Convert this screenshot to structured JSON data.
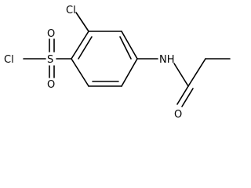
{
  "molecule": {
    "atoms": {
      "cl_ring": "Cl",
      "cl_sulfonyl": "Cl",
      "sulfur": "S",
      "oxygen_top": "O",
      "oxygen_bottom": "O",
      "amide_nh": "NH",
      "carbonyl_o": "O"
    }
  }
}
